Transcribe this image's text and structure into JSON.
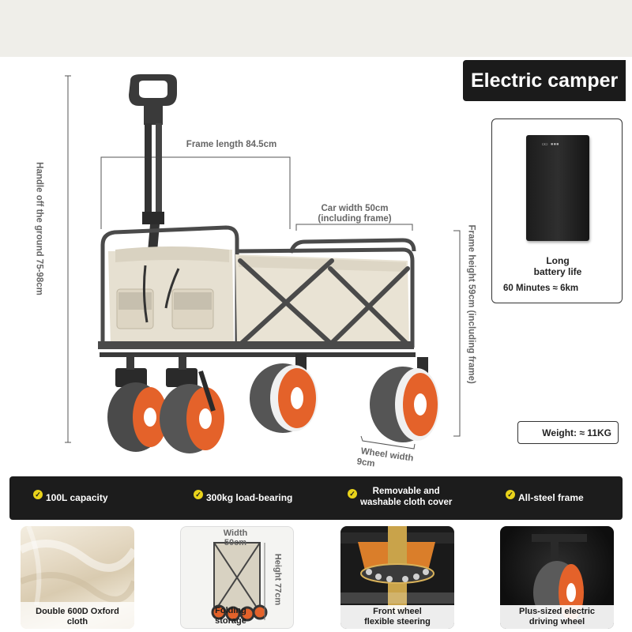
{
  "title": "Electric camper",
  "battery": {
    "line1": "Long",
    "line2": "battery life",
    "range": "60 Minutes ≈ 6km",
    "icon": "battery-pack-icon"
  },
  "weight": "Weight: ≈ 11KG",
  "dimensions": {
    "handle": "Handle off the ground 75-98cm",
    "frame_length": "Frame length 84.5cm",
    "car_width_1": "Car width 50cm",
    "car_width_2": "(including frame)",
    "frame_height": "Frame height 59cm (including frame)",
    "wheel_width_1": "Wheel width",
    "wheel_width_2": "9cm"
  },
  "features": [
    {
      "label": "100L capacity",
      "icon": "check-icon"
    },
    {
      "label": "300kg load-bearing",
      "icon": "check-icon"
    },
    {
      "label_1": "Removable and",
      "label_2": "washable cloth cover",
      "icon": "check-icon"
    },
    {
      "label": "All-steel frame",
      "icon": "check-icon"
    }
  ],
  "thumbnails": [
    {
      "line1": "Double 600D Oxford",
      "line2": "cloth"
    },
    {
      "line1": "Folding",
      "line2": "storage",
      "width_label": "Width",
      "width_value": "50cm",
      "height_label": "Height",
      "height_value": "77cm"
    },
    {
      "line1": "Front wheel",
      "line2": "flexible steering"
    },
    {
      "line1": "Plus-sized electric",
      "line2": "driving wheel"
    }
  ],
  "colors": {
    "accent": "#e4622a",
    "dark": "#1c1c1c",
    "cloth": "#e8e2d4",
    "check": "#e9d31a"
  }
}
